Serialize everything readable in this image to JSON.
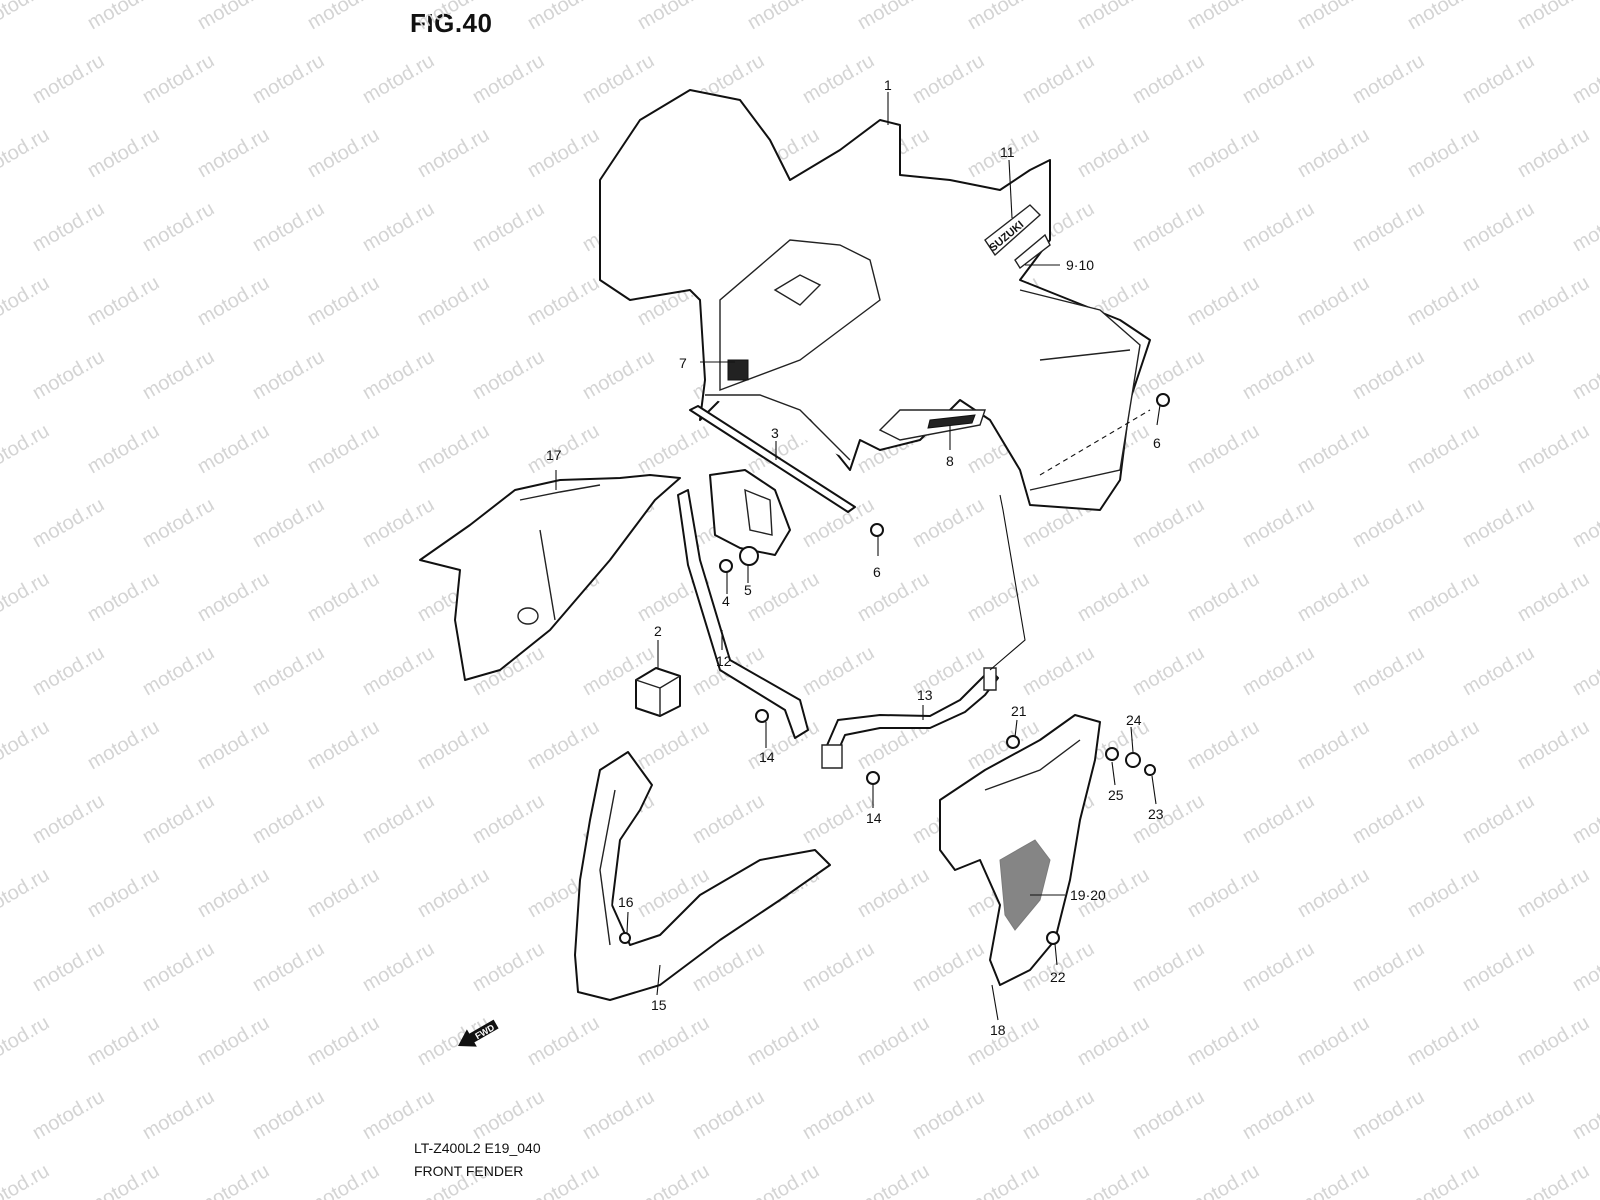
{
  "figure": {
    "title": "FIG.40",
    "model_code": "LT-Z400L2 E19_040",
    "section_name": "FRONT FENDER"
  },
  "watermark": {
    "text": "motod.ru",
    "color": "#d4d4d4"
  },
  "icons": [
    "front-fender-part",
    "bracket-part",
    "bolt-part",
    "fwd-arrow-icon"
  ],
  "fwd_label": "FWD",
  "brand_decal": "SUZUKI",
  "callouts": [
    {
      "id": "c1",
      "label": "1"
    },
    {
      "id": "c2",
      "label": "2"
    },
    {
      "id": "c3",
      "label": "3"
    },
    {
      "id": "c4",
      "label": "4"
    },
    {
      "id": "c5",
      "label": "5"
    },
    {
      "id": "c6a",
      "label": "6"
    },
    {
      "id": "c6b",
      "label": "6"
    },
    {
      "id": "c7",
      "label": "7"
    },
    {
      "id": "c8",
      "label": "8"
    },
    {
      "id": "c910",
      "label": "9·10"
    },
    {
      "id": "c11",
      "label": "11"
    },
    {
      "id": "c12",
      "label": "12"
    },
    {
      "id": "c13",
      "label": "13"
    },
    {
      "id": "c14a",
      "label": "14"
    },
    {
      "id": "c14b",
      "label": "14"
    },
    {
      "id": "c15",
      "label": "15"
    },
    {
      "id": "c16",
      "label": "16"
    },
    {
      "id": "c17",
      "label": "17"
    },
    {
      "id": "c18",
      "label": "18"
    },
    {
      "id": "c1920",
      "label": "19·20"
    },
    {
      "id": "c21",
      "label": "21"
    },
    {
      "id": "c22",
      "label": "22"
    },
    {
      "id": "c23",
      "label": "23"
    },
    {
      "id": "c24",
      "label": "24"
    },
    {
      "id": "c25",
      "label": "25"
    }
  ]
}
